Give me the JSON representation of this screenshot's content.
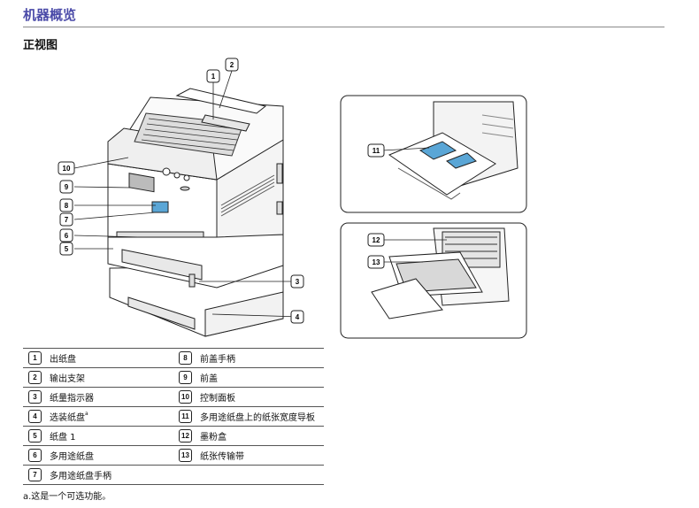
{
  "page": {
    "title": "机器概览",
    "subtitle": "正视图",
    "footnote": "a.这是一个可选功能。"
  },
  "callouts": [
    "1",
    "2",
    "3",
    "4",
    "5",
    "6",
    "7",
    "8",
    "9",
    "10",
    "11",
    "12",
    "13"
  ],
  "legend": {
    "left": [
      {
        "num": "1",
        "label": "出纸盘"
      },
      {
        "num": "2",
        "label": "输出支架"
      },
      {
        "num": "3",
        "label": "纸量指示器"
      },
      {
        "num": "4",
        "label": "选装纸盘",
        "sup": "a"
      },
      {
        "num": "5",
        "label": "纸盘 1"
      },
      {
        "num": "6",
        "label": "多用途纸盘"
      },
      {
        "num": "7",
        "label": "多用途纸盘手柄"
      }
    ],
    "right": [
      {
        "num": "8",
        "label": "前盖手柄"
      },
      {
        "num": "9",
        "label": "前盖"
      },
      {
        "num": "10",
        "label": "控制面板"
      },
      {
        "num": "11",
        "label": "多用途纸盘上的纸张宽度导板"
      },
      {
        "num": "12",
        "label": "墨粉盒"
      },
      {
        "num": "13",
        "label": "纸张传输带"
      },
      {
        "num": "",
        "label": ""
      }
    ]
  }
}
